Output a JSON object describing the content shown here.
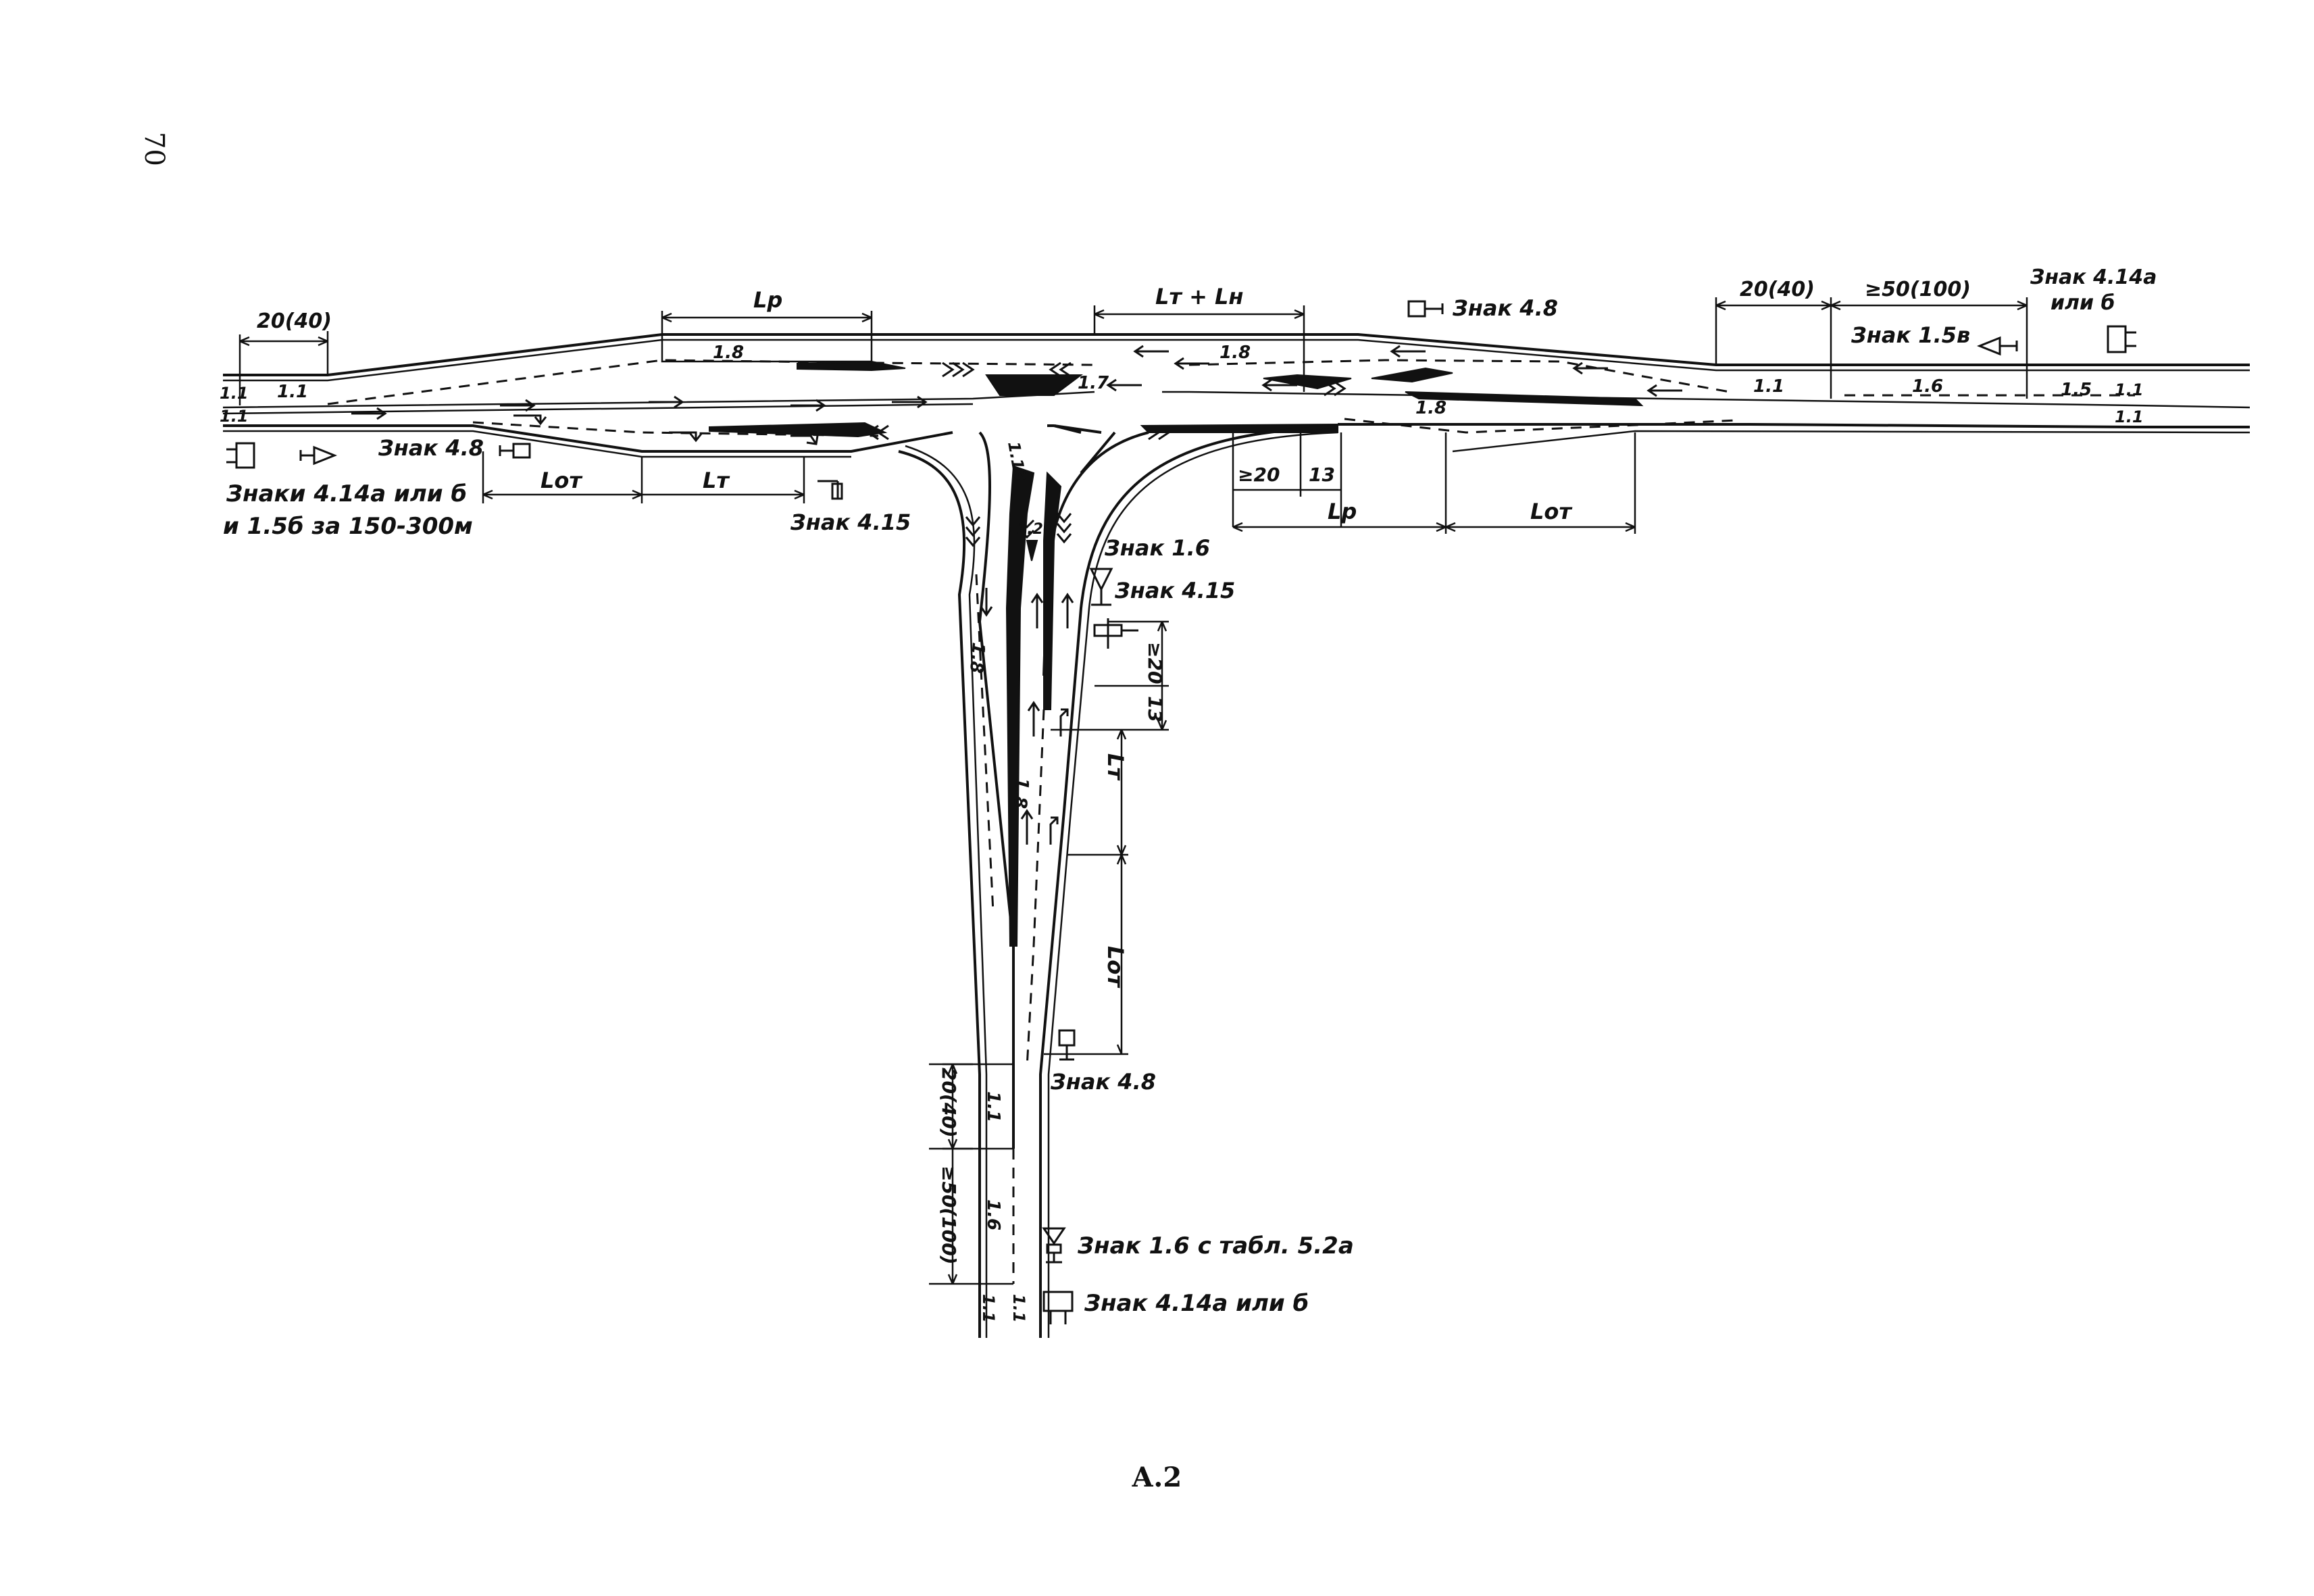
{
  "page_number": "70",
  "figure_caption": "А.2",
  "labels": {
    "znak_4_8_top": "Знак 4.8",
    "znak_4_14_top_line1": "Знак 4.14а",
    "znak_4_14_top_line2": "или б",
    "znak_1_5v": "Знак 1.5в",
    "znak_4_8_left": "Знак 4.8",
    "znaki_4_14_line1": "Знаки 4.14а или б",
    "znaki_4_14_line2": "и 1.5б за 150-300м",
    "znak_4_15_left": "Знак 4.15",
    "znak_1_6": "Знак 1.6",
    "znak_4_15_right": "Знак 4.15",
    "znak_4_8_bottom": "Знак 4.8",
    "znak_1_6_tabl": "Знак 1.6 с табл. 5.2а",
    "znak_4_14_bottom": "Знак 4.14а или б"
  },
  "dimensions": {
    "d_20_40_left": "20(40)",
    "d_lp_top": "Lр",
    "d_lt_ln": "Lт + Lн",
    "d_20_40_right": "20(40)",
    "d_50_100_right": "≥50(100)",
    "d_lot_left": "Lот",
    "d_lt_left": "Lт",
    "d_ge20_mid": "≥20",
    "d_13_mid": "13",
    "d_lp_mid": "Lр",
    "d_lot_mid": "Lот",
    "d_ge20_vert": "≥20",
    "d_13_vert": "13",
    "d_lt_vert": "Lт",
    "d_lot_vert": "Lот",
    "d_20_40_vert": "20(40)",
    "d_50_100_vert": "≥50(100)"
  },
  "markings": {
    "m_1_1_far_left_top": "1.1",
    "m_1_1_far_left_bot": "1.1",
    "m_1_1_left": "1.1",
    "m_1_8_top_left": "1.8",
    "m_1_7": "1.7",
    "m_1_8_top_mid": "1.8",
    "m_1_8_right": "1.8",
    "m_1_1_right": "1.1",
    "m_1_6_right": "1.6",
    "m_1_5_right": "1.5",
    "m_1_1_far_right_top": "1.1",
    "m_1_1_far_right_bot": "1.1",
    "m_1_13": "1.13",
    "m_1_20": "1.20",
    "m_1_8_vert_left": "1.8",
    "m_1_8_vert_mid": "1.8",
    "m_1_1_vert_a": "1.1",
    "m_1_6_vert": "1.6",
    "m_1_1_vert_b": "1.1",
    "m_1_1_vert_c": "1.1"
  }
}
